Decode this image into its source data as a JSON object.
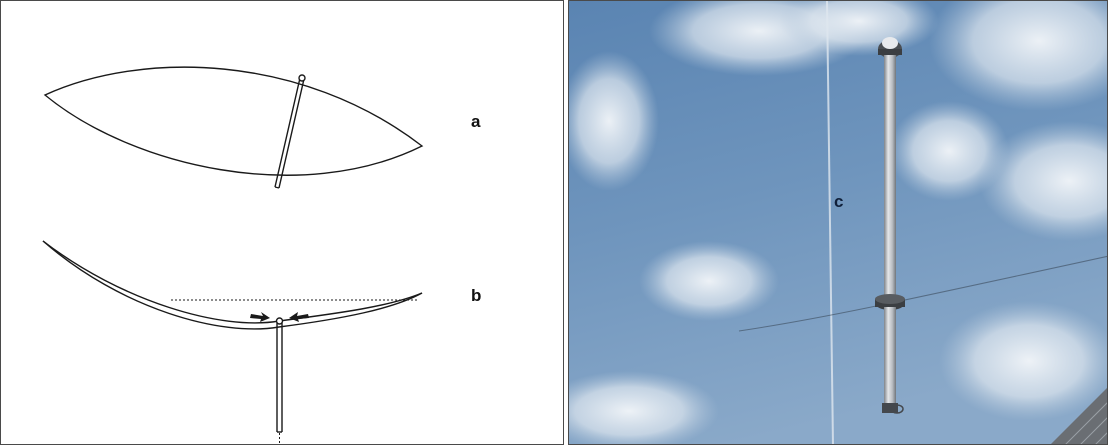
{
  "figure": {
    "labels": {
      "a": "a",
      "b": "b",
      "c": "c"
    },
    "colors": {
      "line": "#1a1a1a",
      "sky_top": "#5d86b3",
      "sky_bottom": "#7ea1c4",
      "cloud": "#eef2f6",
      "mast": "#c9ccd1",
      "mast_shadow": "#7d8187",
      "collar": "#3b3e42"
    }
  }
}
